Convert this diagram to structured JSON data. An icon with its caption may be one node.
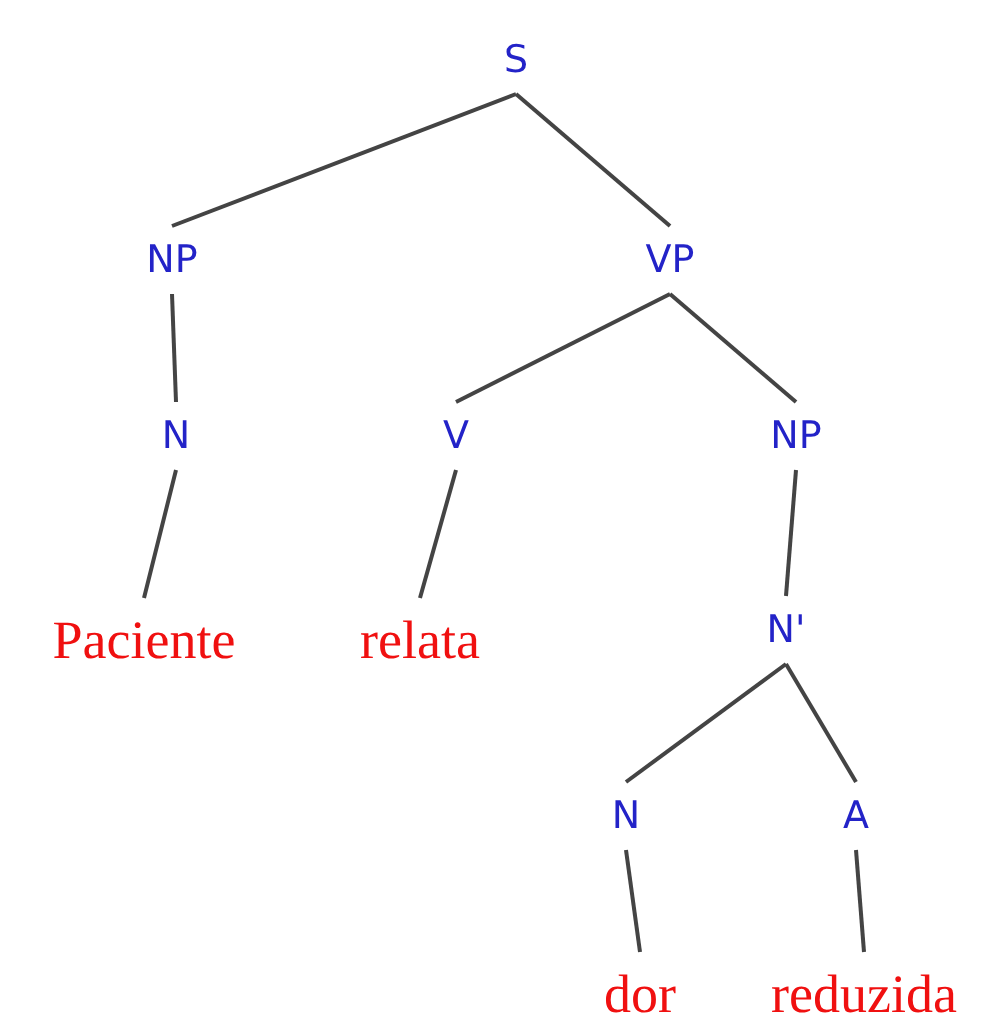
{
  "diagram": {
    "nodes": [
      {
        "text": [
          "S"
        ]
      },
      {
        "text": [
          "NP"
        ]
      },
      {
        "text": [
          "VP"
        ]
      },
      {
        "text": [
          "N"
        ]
      },
      {
        "text": [
          "V"
        ]
      },
      {
        "text": [
          "NP"
        ]
      },
      {
        "text": [
          "Paciente"
        ]
      },
      {
        "text": [
          "relata"
        ]
      },
      {
        "text": [
          "N'"
        ]
      },
      {
        "text": [
          "N"
        ]
      },
      {
        "text": [
          "A"
        ]
      },
      {
        "text": [
          "dor"
        ]
      },
      {
        "text": [
          "reduzida"
        ]
      }
    ],
    "edges": [
      {
        "from": 0,
        "to": 1,
        "arrow": "none"
      },
      {
        "from": 0,
        "to": 2,
        "arrow": "none"
      },
      {
        "from": 1,
        "to": 3,
        "arrow": "none"
      },
      {
        "from": 3,
        "to": 6,
        "arrow": "none"
      },
      {
        "from": 2,
        "to": 4,
        "arrow": "none"
      },
      {
        "from": 2,
        "to": 5,
        "arrow": "none"
      },
      {
        "from": 4,
        "to": 7,
        "arrow": "none"
      },
      {
        "from": 5,
        "to": 8,
        "arrow": "none"
      },
      {
        "from": 8,
        "to": 9,
        "arrow": "none"
      },
      {
        "from": 8,
        "to": 10,
        "arrow": "none"
      },
      {
        "from": 9,
        "to": 11,
        "arrow": "none"
      },
      {
        "from": 10,
        "to": 12,
        "arrow": "none"
      }
    ]
  }
}
